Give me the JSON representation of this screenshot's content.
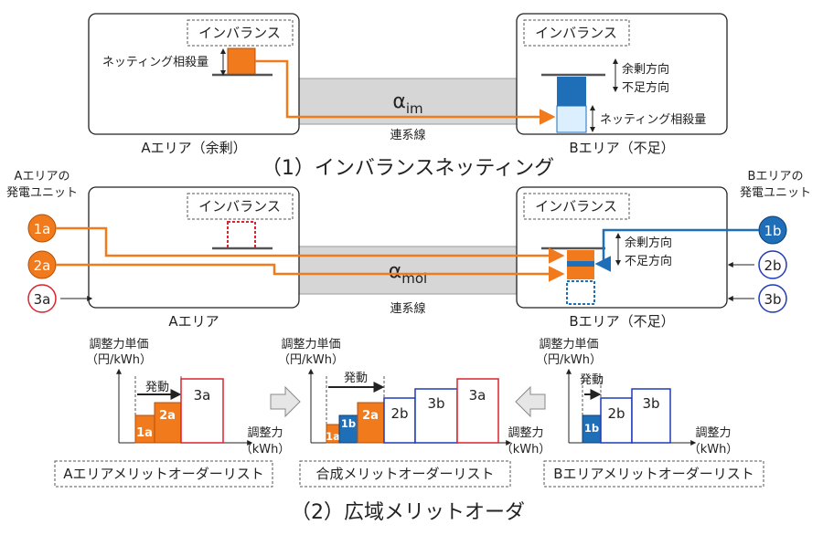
{
  "part1": {
    "area_a": {
      "imbalance_label": "インバランス",
      "netting_label": "ネッティング相殺量",
      "caption": "Aエリア（余剰）"
    },
    "area_b": {
      "imbalance_label": "インバランス",
      "surplus_dir": "余剰方向",
      "shortage_dir": "不足方向",
      "netting_label": "ネッティング相殺量",
      "caption": "Bエリア（不足）"
    },
    "link": {
      "symbol": "α",
      "subscript": "im",
      "label": "連系線"
    },
    "title": "（1）インバランスネッティング"
  },
  "part2": {
    "area_a": {
      "unit_label_1": "Aエリアの",
      "unit_label_2": "発電ユニット",
      "imbalance_label": "インバランス",
      "caption": "Aエリア",
      "units": [
        "1a",
        "2a",
        "3a"
      ]
    },
    "area_b": {
      "unit_label_1": "Bエリアの",
      "unit_label_2": "発電ユニット",
      "imbalance_label": "インバランス",
      "surplus_dir": "余剰方向",
      "shortage_dir": "不足方向",
      "caption": "Bエリア（不足）",
      "units": [
        "1b",
        "2b",
        "3b"
      ]
    },
    "link": {
      "symbol": "α",
      "subscript": "mol",
      "label": "連系線"
    },
    "charts": {
      "y_label_1": "調整力単価",
      "y_label_2": "（円/kWh）",
      "x_label_1": "調整力",
      "x_label_2": "（kWh）",
      "activation": "発動",
      "list_a": "Aエリアメリットオーダーリスト",
      "list_combined": "合成メリットオーダーリスト",
      "list_b": "Bエリアメリットオーダーリスト"
    },
    "title": "（2）広域メリットオーダ"
  },
  "colors": {
    "orange": "#f07a1c",
    "blue": "#1e6fb8",
    "light_blue": "#dcefff",
    "red": "#d9232e",
    "navy": "#1f3bb5",
    "gray_band": "#d6d6d6"
  }
}
